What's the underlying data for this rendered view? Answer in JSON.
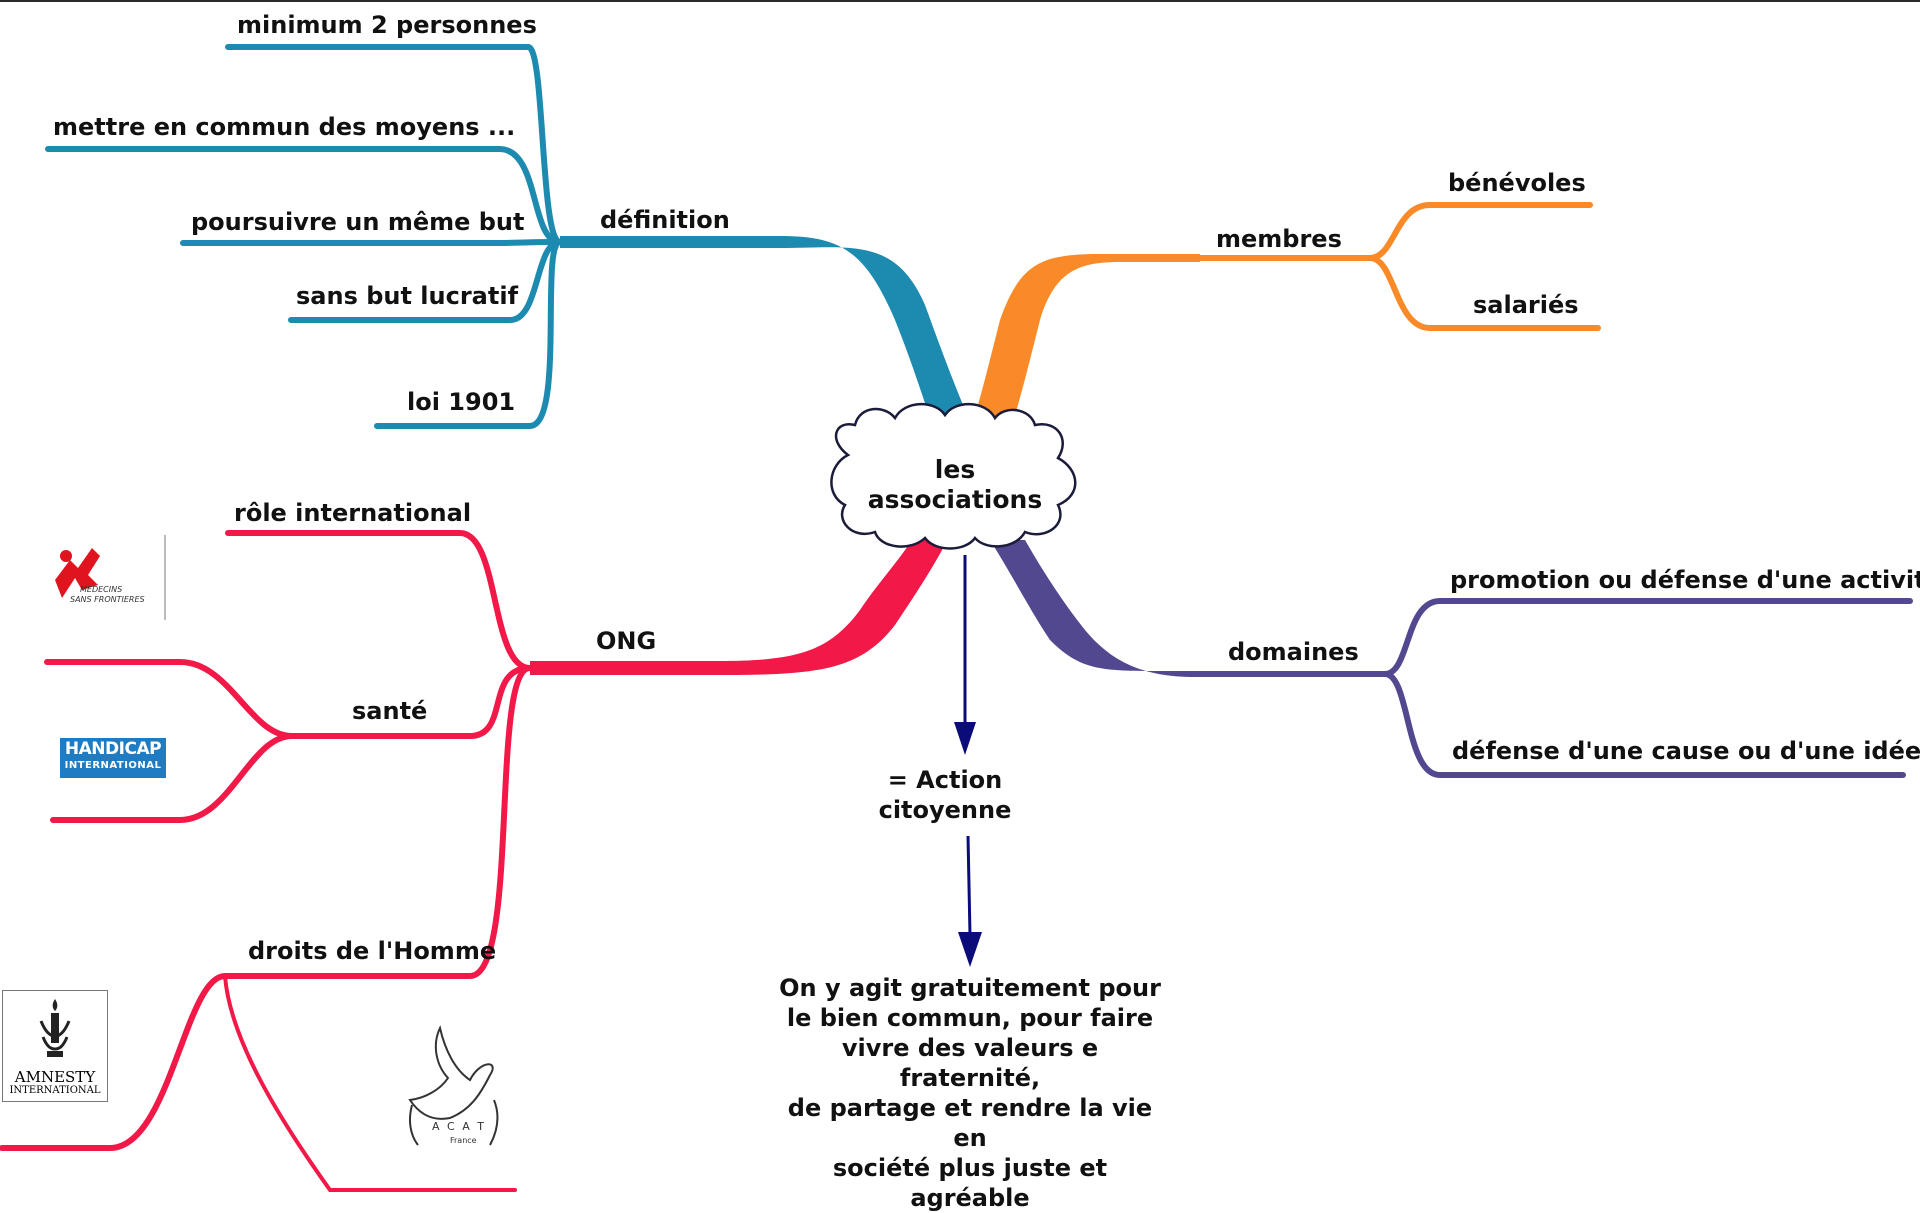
{
  "center": {
    "line1": "les",
    "line2": "associations"
  },
  "branches": {
    "definition": {
      "label": "définition",
      "color": "#1d8ab0",
      "children": [
        "minimum 2 personnes",
        "mettre en commun des moyens ...",
        "poursuivre un même but",
        "sans but lucratif",
        "loi 1901"
      ]
    },
    "membres": {
      "label": "membres",
      "color": "#f98a27",
      "children": [
        "bénévoles",
        "salariés"
      ]
    },
    "ong": {
      "label": "ONG",
      "color": "#f21848",
      "children": [
        "rôle international",
        "santé",
        "droits de l'Homme"
      ]
    },
    "domaines": {
      "label": "domaines",
      "color": "#524890",
      "children": [
        "promotion ou défense d'une activité",
        "défense d'une cause ou d'une idée"
      ]
    }
  },
  "flow": {
    "arrow_color": "#0b0b7a",
    "step1": {
      "line1": "= Action",
      "line2": "citoyenne"
    },
    "step2": [
      "On y agit gratuitement pour",
      "le bien commun, pour faire",
      "vivre des valeurs e fraternité,",
      "de partage et rendre la vie en",
      "société plus juste et",
      "agréable"
    ]
  },
  "logos": {
    "msf": {
      "line1": "MEDECINS",
      "line2": "SANS FRONTIERES"
    },
    "handicap": {
      "line1": "HANDICAP",
      "line2": "INTERNATIONAL"
    },
    "amnesty": {
      "line1": "AMNESTY",
      "line2": "INTERNATIONAL"
    },
    "acat": {
      "line1": "A C A T",
      "line2": "France"
    }
  }
}
